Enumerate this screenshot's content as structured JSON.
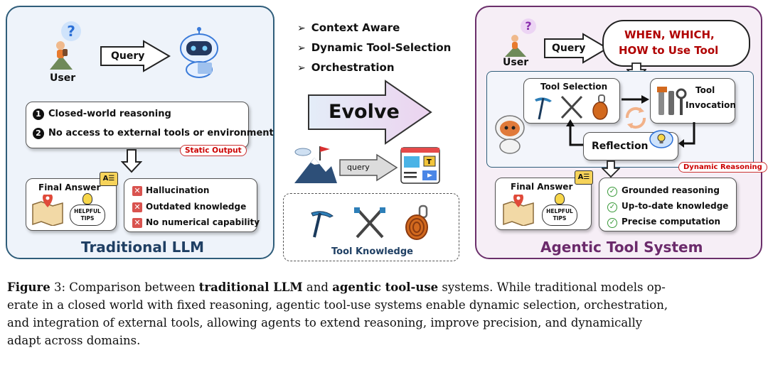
{
  "left_panel": {
    "user_label": "User",
    "query_label": "Query",
    "points": [
      "Closed-world reasoning",
      "No access to external tools or environment"
    ],
    "point_numbers": [
      "1",
      "2"
    ],
    "static_output": "Static Output",
    "final_answer": "Final Answer",
    "tips_text": "HELPFUL TIPS",
    "issues": [
      "Hallucination",
      "Outdated knowledge",
      "No numerical capability"
    ],
    "title": "Traditional LLM"
  },
  "middle": {
    "bullets": [
      "Context Aware",
      "Dynamic Tool-Selection",
      "Orchestration"
    ],
    "evolve": "Evolve",
    "query_label": "query",
    "tool_knowledge": "Tool Knowledge"
  },
  "right_panel": {
    "user_label": "User",
    "query_label": "Query",
    "bubble_lines": [
      "WHEN, WHICH,",
      "HOW to Use Tool"
    ],
    "tool_selection": "Tool Selection",
    "tool_invocation": [
      "Tool",
      "Invocation"
    ],
    "reflection": "Reflection",
    "dynamic_reasoning": "Dynamic Reasoning",
    "final_answer": "Final Answer",
    "tips_text": "HELPFUL TIPS",
    "benefits": [
      "Grounded reasoning",
      "Up-to-date knowledge",
      "Precise computation"
    ],
    "title": "Agentic Tool System"
  },
  "caption": {
    "label": "Figure",
    "number": "3",
    "p1": ": Comparison between ",
    "b1": "traditional LLM",
    "p2": " and ",
    "b2": "agentic tool-use",
    "p3": " systems. While traditional models op-",
    "line2": "erate in a closed world with fixed reasoning, agentic tool-use systems enable dynamic selection, orchestration,",
    "line3": "and integration of external tools, allowing agents to extend reasoning, improve precision, and dynamically",
    "line4": "adapt across domains."
  },
  "colors": {
    "left_border": "#2f5d7a",
    "right_border": "#6b2f6b",
    "red_text": "#b00000",
    "evolve_arrow": "#e9d3ee"
  }
}
